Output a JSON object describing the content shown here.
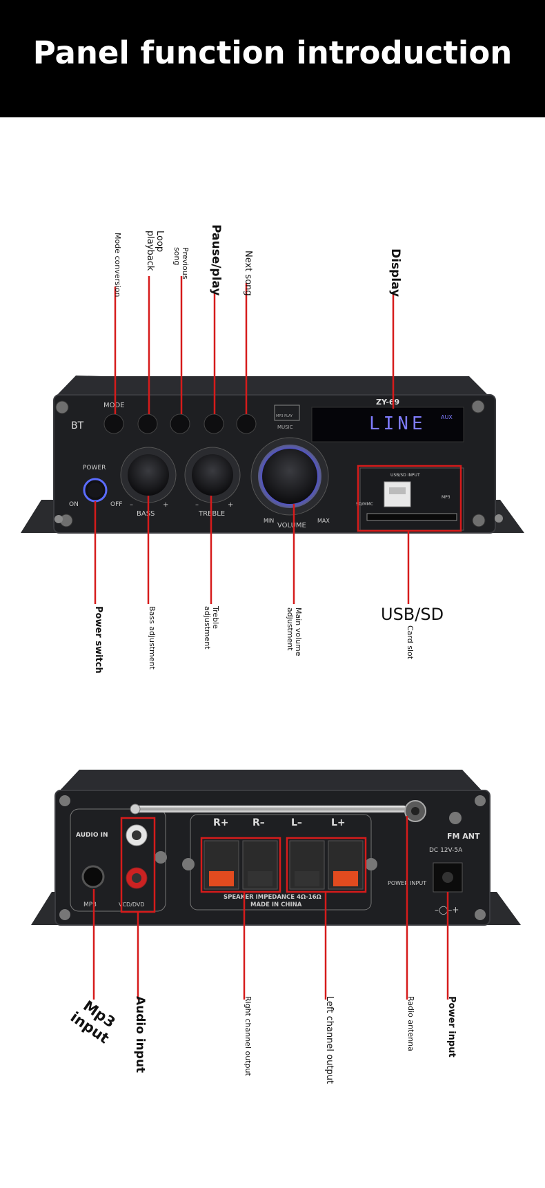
{
  "header": {
    "title": "Panel function introduction"
  },
  "front_panel": {
    "buttons": {
      "mode": "MODE",
      "bt": "BT",
      "mp3": "MP3 PLAY",
      "music": "MUSIC"
    },
    "model": "ZY-69",
    "display_text": "LINE",
    "display_aux": "AUX",
    "power": {
      "label": "POWER",
      "on": "ON",
      "off": "OFF"
    },
    "knobs": {
      "bass": "BASS",
      "treble": "TREBLE",
      "volume": "VOLUME",
      "min": "MIN",
      "max": "MAX",
      "minus": "–",
      "plus": "+"
    },
    "usb": {
      "title": "USB/SD INPUT",
      "sd": "SD/MMC",
      "mp3": "MP3"
    }
  },
  "rear_panel": {
    "audio_in": "AUDIO IN",
    "mp3": "MP3",
    "vcd": "VCD/DVD",
    "terminals": [
      "R+",
      "R–",
      "L–",
      "L+"
    ],
    "impedance": "SPEAKER IMPEDANCE 4Ω-16Ω",
    "made_in": "MADE IN CHINA",
    "fm_ant": "FM ANT",
    "dc": "DC 12V-5A",
    "power_input": "POWER INPUT",
    "polarity": "–◯–+"
  },
  "callouts": {
    "mode_conversion": "Mode conversion",
    "loop_playback": "Loop playback",
    "previous_song": "Previous song",
    "pause_play": "Pause/play",
    "next_song": "Next song",
    "display": "Display",
    "power_switch": "Power switch",
    "bass_adjustment": "Bass adjustment",
    "treble_adjustment": "Treble adjustment",
    "main_volume_adjustment": "Main volume adjustment",
    "usb_sd": "USB/SD",
    "card_slot": "Card slot",
    "mp3_input": "Mp3 input",
    "audio_input": "Audio input",
    "right_channel_output": "Right channel output",
    "left_channel_output": "Left channel output",
    "radio_antenna": "Radio antenna",
    "power_input": "Power input"
  },
  "colors": {
    "callout_line": "#d61b1b",
    "panel": "#1e1f22",
    "display_text": "#7f7cff"
  }
}
